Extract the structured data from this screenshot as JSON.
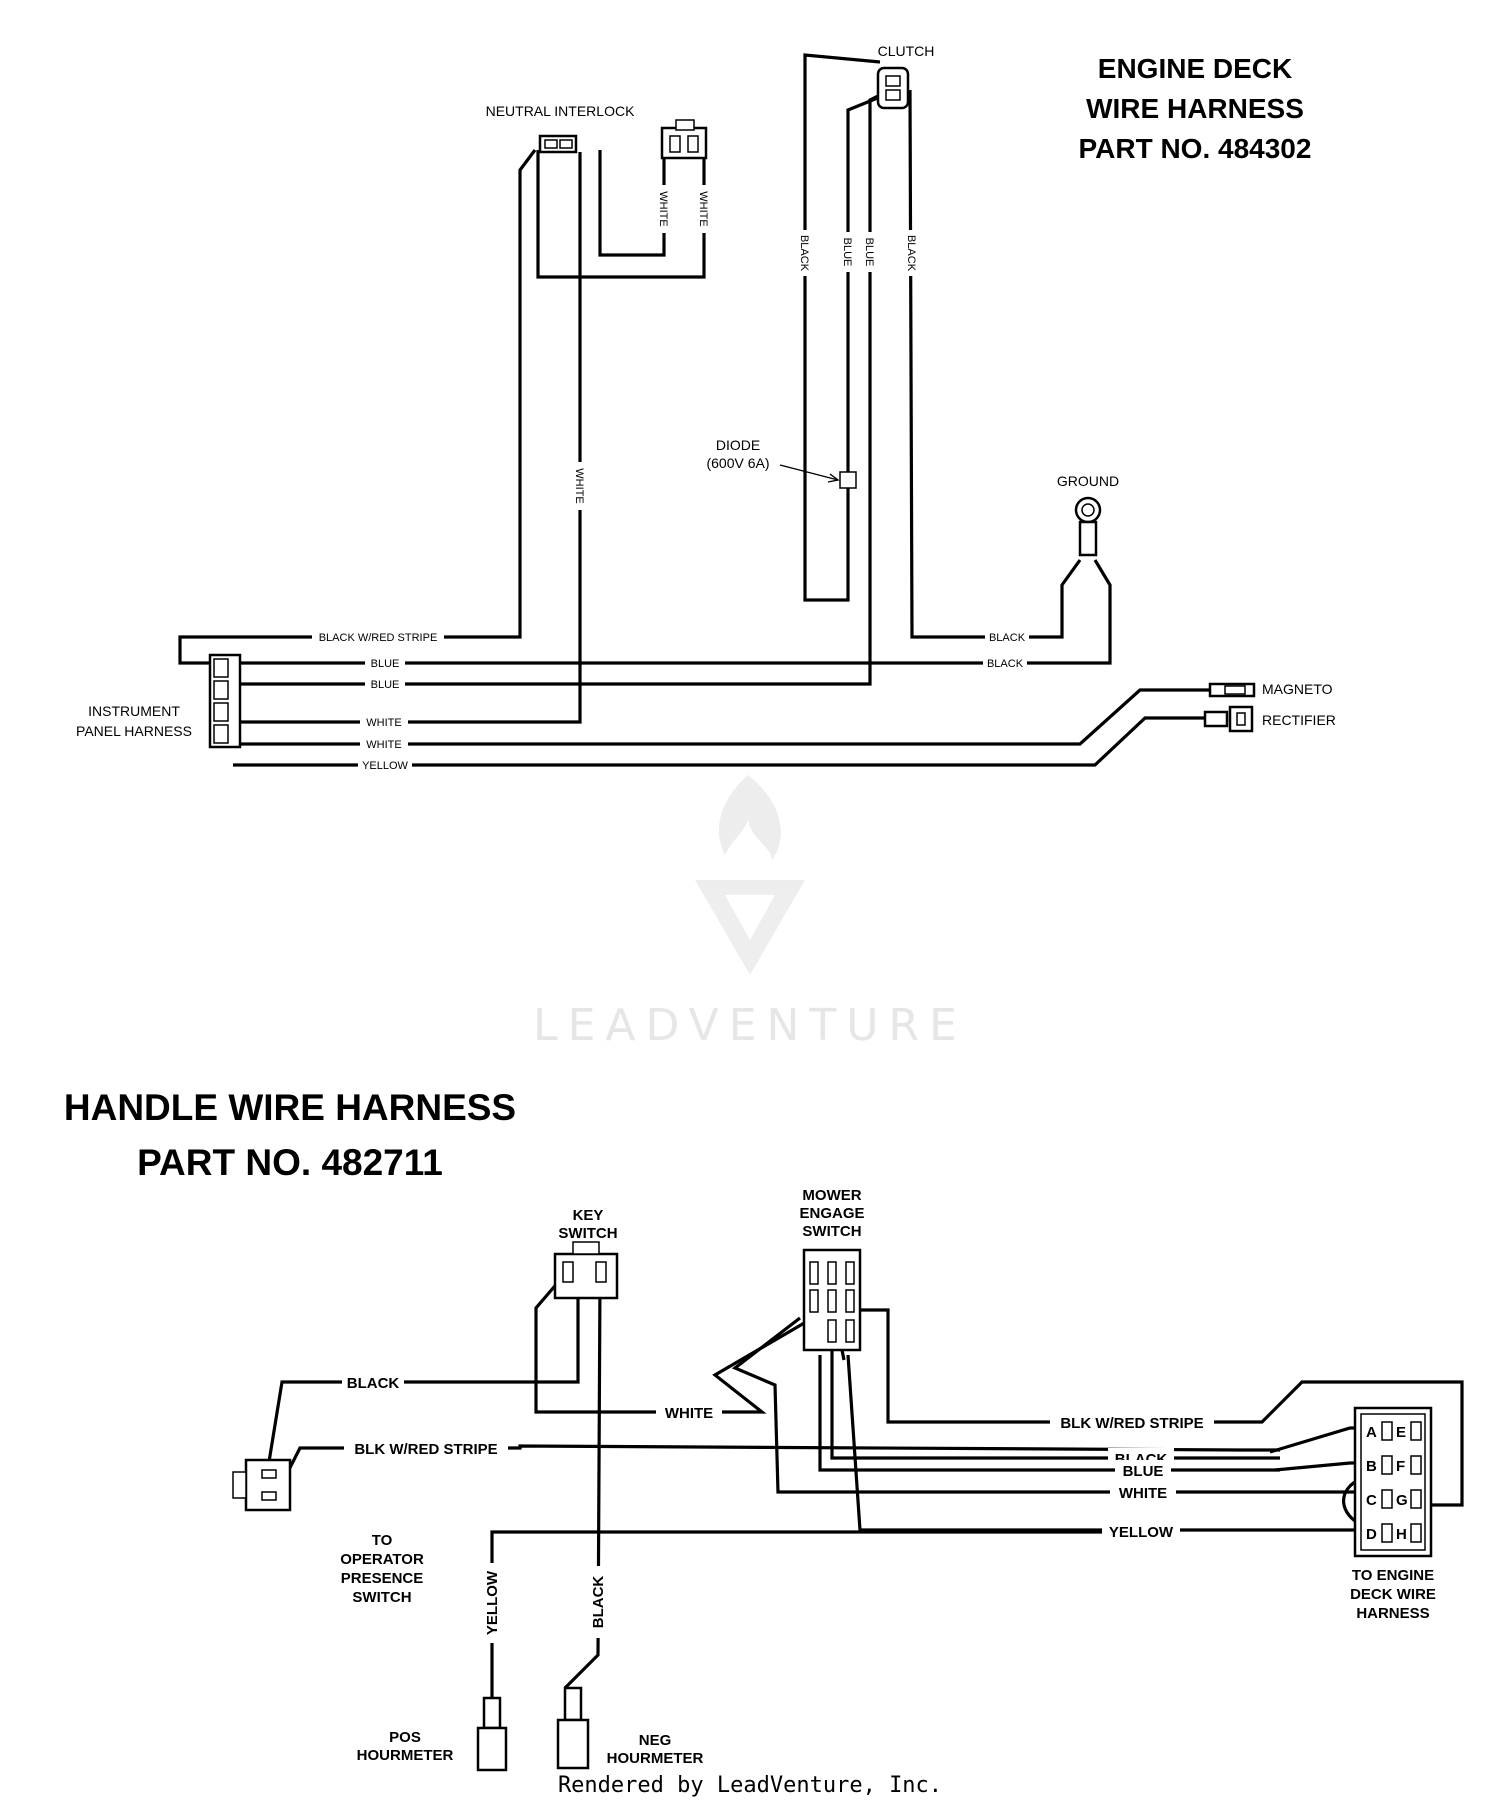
{
  "engine_deck": {
    "title_line1": "ENGINE DECK",
    "title_line2": "WIRE HARNESS",
    "title_line3": "PART NO. 484302",
    "components": {
      "neutral_interlock": "NEUTRAL INTERLOCK",
      "clutch": "CLUTCH",
      "diode_line1": "DIODE",
      "diode_line2": "(600V 6A)",
      "ground": "GROUND",
      "instrument_line1": "INSTRUMENT",
      "instrument_line2": "PANEL HARNESS",
      "magneto": "MAGNETO",
      "rectifier": "RECTIFIER"
    },
    "wires": {
      "black_red": "BLACK W/RED STRIPE",
      "blue1": "BLUE",
      "blue2": "BLUE",
      "white1": "WHITE",
      "white2": "WHITE",
      "yellow": "YELLOW",
      "black_ground1": "BLACK",
      "black_ground2": "BLACK",
      "white_interlock_vert": "WHITE",
      "white_sw1": "WHITE",
      "white_sw2": "WHITE",
      "clutch_black1": "BLACK",
      "clutch_blue1": "BLUE",
      "clutch_blue2": "BLUE",
      "clutch_black2": "BLACK"
    }
  },
  "handle": {
    "title_line1": "HANDLE WIRE HARNESS",
    "title_line2": "PART NO. 482711",
    "components": {
      "key_line1": "KEY",
      "key_line2": "SWITCH",
      "mower_line1": "MOWER",
      "mower_line2": "ENGAGE",
      "mower_line3": "SWITCH",
      "operator_line1": "TO",
      "operator_line2": "OPERATOR",
      "operator_line3": "PRESENCE",
      "operator_line4": "SWITCH",
      "pos_line1": "POS",
      "pos_line2": "HOURMETER",
      "neg_line1": "NEG",
      "neg_line2": "HOURMETER",
      "deck_line1": "TO ENGINE",
      "deck_line2": "DECK WIRE",
      "deck_line3": "HARNESS"
    },
    "wires": {
      "black": "BLACK",
      "blk_red_left": "BLK W/RED STRIPE",
      "white": "WHITE",
      "blk_red_right": "BLK W/RED STRIPE",
      "black_right": "BLACK",
      "blue_right": "BLUE",
      "white_right": "WHITE",
      "yellow_right": "YELLOW",
      "yellow_vert": "YELLOW",
      "black_vert": "BLACK"
    },
    "connector_pins": [
      "A",
      "B",
      "C",
      "D",
      "E",
      "F",
      "G",
      "H"
    ]
  },
  "watermark": "LEADVENTURE",
  "credit": "Rendered by LeadVenture, Inc."
}
